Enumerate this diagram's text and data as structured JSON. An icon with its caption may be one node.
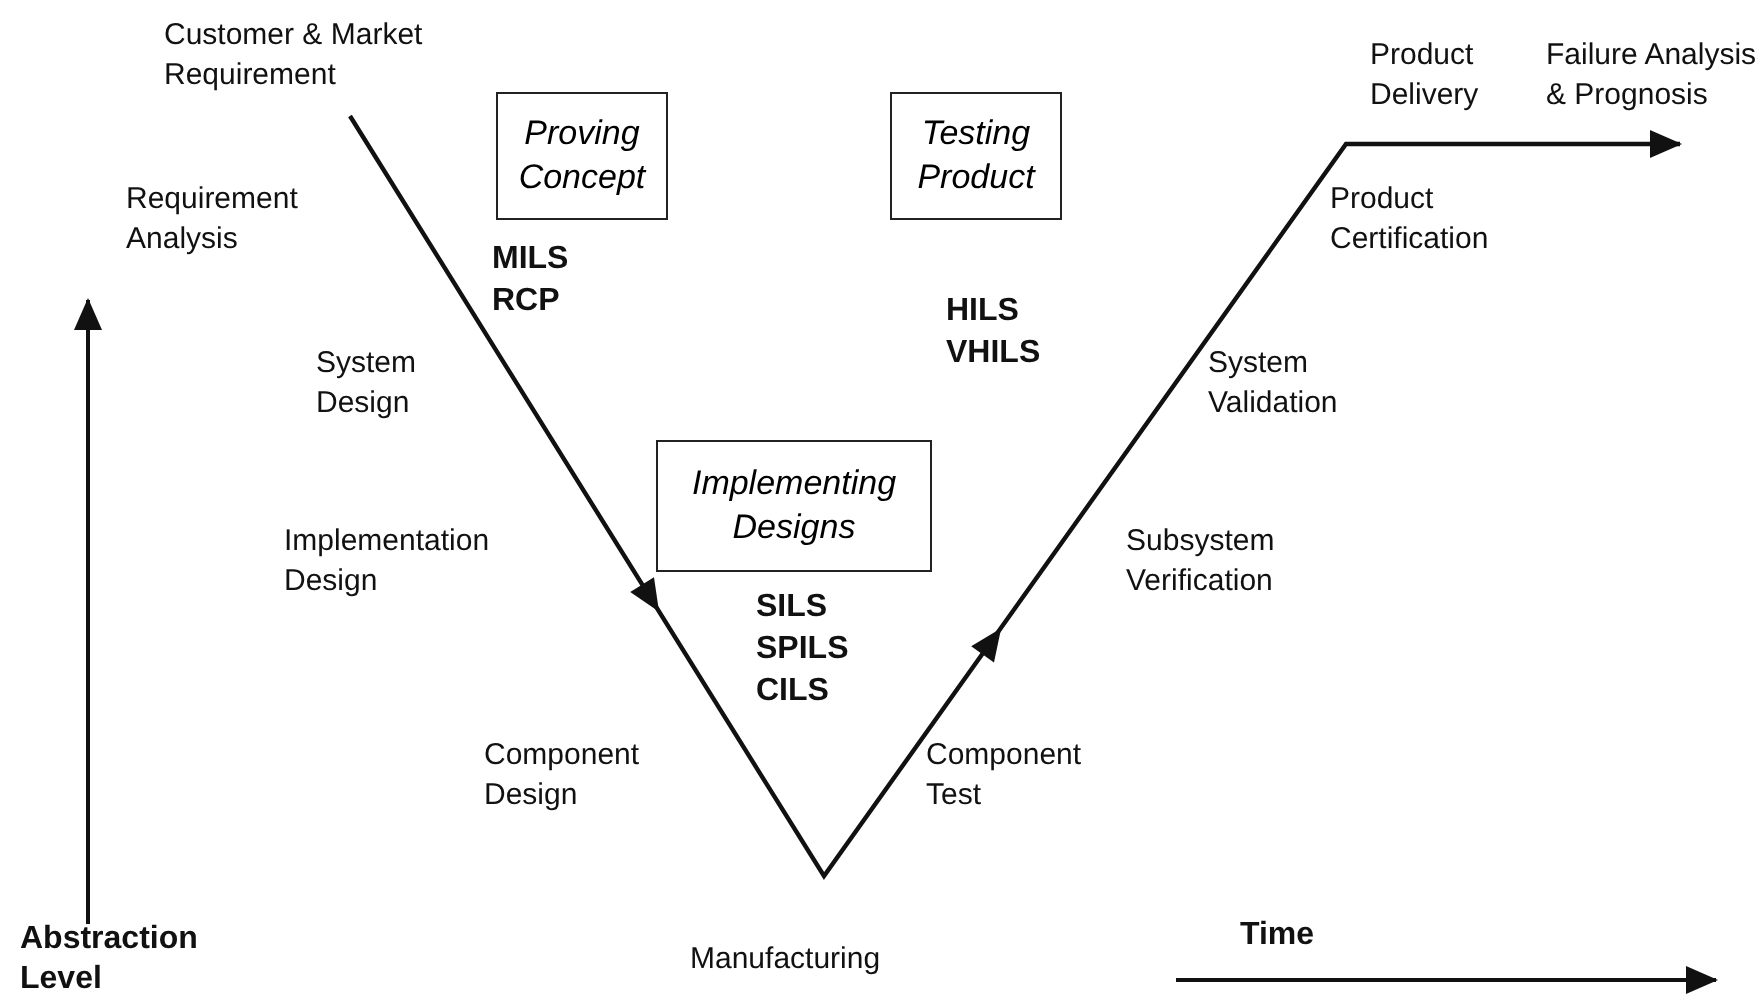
{
  "diagram": {
    "nodes": [
      {
        "text": [
          "Customer & Market Requirement"
        ]
      },
      {
        "text": [
          "Proving Concept"
        ],
        "beside": [
          "MILS",
          "RCP"
        ]
      },
      {
        "text": [
          "Testing Product"
        ],
        "beside": [
          "HILS",
          "VHILS"
        ]
      },
      {
        "text": [
          "Failure Analysis & Prognosis"
        ]
      },
      {
        "text": [
          "Implementing Designs"
        ],
        "beside": [
          "SILS",
          "SPILS",
          "CILS"
        ]
      }
    ],
    "edges": [
      {
        "from": 0,
        "to": 3,
        "arrow": "to"
      }
    ],
    "labels": [
      "Product Delivery",
      "Requirement Analysis",
      "Product Certification",
      "System Design",
      "System Validation",
      "Implementation Design",
      "Subsystem Verification",
      "Component Design",
      "Component Test",
      "Abstraction Level",
      "Manufacturing",
      "Time"
    ]
  }
}
